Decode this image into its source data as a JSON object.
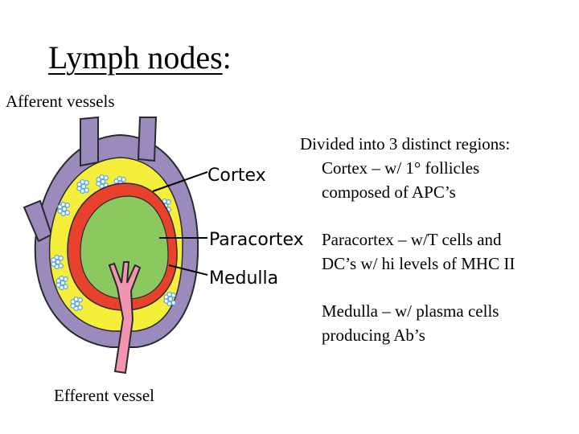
{
  "title": {
    "main": "Lymph nodes",
    "suffix": ":"
  },
  "afferent_label": "Afferent vessels",
  "efferent_label": "Efferent vessel",
  "diagram": {
    "labels": {
      "cortex": "Cortex",
      "paracortex": "Paracortex",
      "medulla": "Medulla"
    },
    "colors": {
      "capsule": "#9b8bbd",
      "cortex": "#f5ee3a",
      "paracortex": "#e8412c",
      "medulla": "#8cc860",
      "efferent": "#f295b0",
      "follicle": "#5aa9e6",
      "outline": "#2a2a2a"
    }
  },
  "regions": {
    "heading": "Divided into 3 distinct regions:",
    "items": [
      {
        "line1": "Cortex – w/ 1° follicles",
        "line2": "composed of APC’s"
      },
      {
        "line1": "Paracortex – w/T cells and",
        "line2": "DC’s w/ hi levels of MHC II"
      },
      {
        "line1": "Medulla – w/ plasma cells",
        "line2": "producing Ab’s"
      }
    ]
  }
}
